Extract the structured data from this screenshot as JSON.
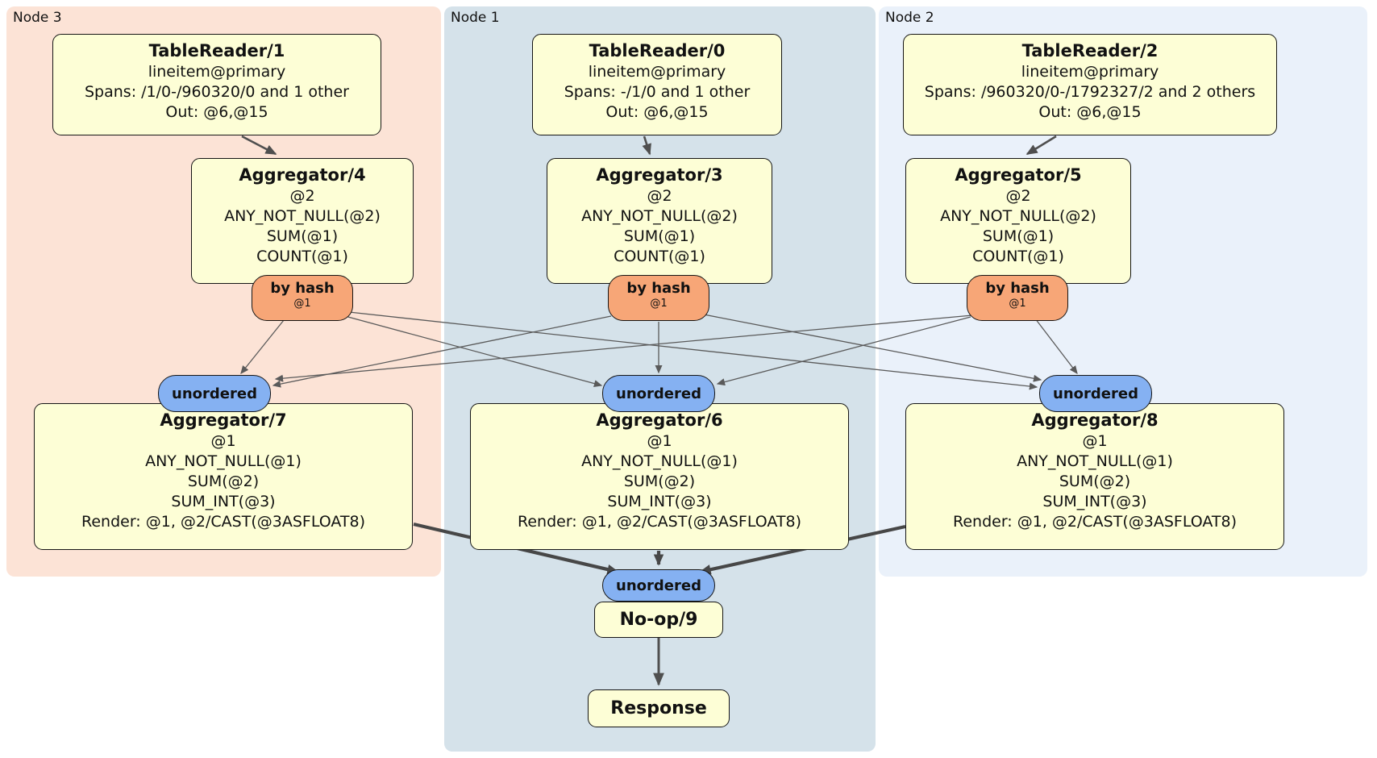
{
  "regions": {
    "node3": {
      "label": "Node 3",
      "bg": "#fce3d6"
    },
    "node1": {
      "label": "Node 1",
      "bg": "#d5e2ea"
    },
    "node2": {
      "label": "Node 2",
      "bg": "#eaf1fa"
    }
  },
  "boxes": {
    "tr1": {
      "title": "TableReader/1",
      "lines": [
        "lineitem@primary",
        "Spans: /1/0-/960320/0 and 1 other",
        "Out: @6,@15"
      ]
    },
    "tr0": {
      "title": "TableReader/0",
      "lines": [
        "lineitem@primary",
        "Spans: -/1/0 and 1 other",
        "Out: @6,@15"
      ]
    },
    "tr2": {
      "title": "TableReader/2",
      "lines": [
        "lineitem@primary",
        "Spans: /960320/0-/1792327/2 and 2 others",
        "Out: @6,@15"
      ]
    },
    "agg4": {
      "title": "Aggregator/4",
      "lines": [
        "@2",
        "ANY_NOT_NULL(@2)",
        "SUM(@1)",
        "COUNT(@1)"
      ]
    },
    "agg3": {
      "title": "Aggregator/3",
      "lines": [
        "@2",
        "ANY_NOT_NULL(@2)",
        "SUM(@1)",
        "COUNT(@1)"
      ]
    },
    "agg5": {
      "title": "Aggregator/5",
      "lines": [
        "@2",
        "ANY_NOT_NULL(@2)",
        "SUM(@1)",
        "COUNT(@1)"
      ]
    },
    "agg7": {
      "title": "Aggregator/7",
      "lines": [
        "@1",
        "ANY_NOT_NULL(@1)",
        "SUM(@2)",
        "SUM_INT(@3)",
        "Render: @1, @2/CAST(@3ASFLOAT8)"
      ]
    },
    "agg6": {
      "title": "Aggregator/6",
      "lines": [
        "@1",
        "ANY_NOT_NULL(@1)",
        "SUM(@2)",
        "SUM_INT(@3)",
        "Render: @1, @2/CAST(@3ASFLOAT8)"
      ]
    },
    "agg8": {
      "title": "Aggregator/8",
      "lines": [
        "@1",
        "ANY_NOT_NULL(@1)",
        "SUM(@2)",
        "SUM_INT(@3)",
        "Render: @1, @2/CAST(@3ASFLOAT8)"
      ]
    },
    "noop9": {
      "title": "No-op/9"
    },
    "response": {
      "title": "Response"
    }
  },
  "routers": {
    "byhash3": {
      "label": "by hash",
      "key": "@1"
    },
    "byhash1": {
      "label": "by hash",
      "key": "@1"
    },
    "byhash2": {
      "label": "by hash",
      "key": "@1"
    }
  },
  "syncs": {
    "unordered3": {
      "label": "unordered"
    },
    "unordered1": {
      "label": "unordered"
    },
    "unordered2": {
      "label": "unordered"
    },
    "unorderedFinal": {
      "label": "unordered"
    }
  },
  "colors": {
    "region_node3": "#fce3d6",
    "region_node1": "#d5e2ea",
    "region_node2": "#eaf1fa",
    "processor_fill": "#fdfed6",
    "router_fill": "#f7a677",
    "sync_fill": "#85b1f2",
    "edge_gray": "#4f4f4f",
    "border": "#151515"
  }
}
